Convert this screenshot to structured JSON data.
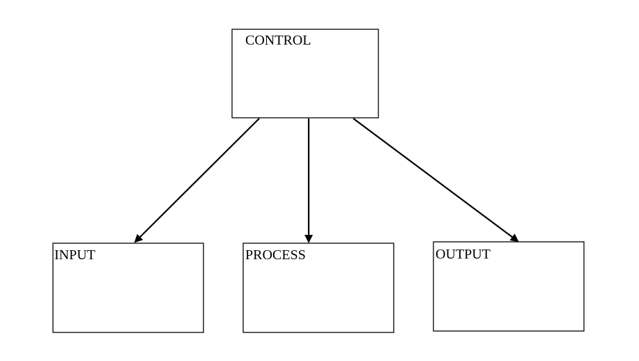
{
  "diagram": {
    "nodes": {
      "control": {
        "label": "CONTROL"
      },
      "input": {
        "label": "INPUT"
      },
      "process": {
        "label": "PROCESS"
      },
      "output": {
        "label": "OUTPUT"
      }
    },
    "edges": [
      {
        "from": "control",
        "to": "input"
      },
      {
        "from": "control",
        "to": "process"
      },
      {
        "from": "control",
        "to": "output"
      }
    ],
    "colors": {
      "stroke": "#000000",
      "background": "#ffffff"
    }
  }
}
